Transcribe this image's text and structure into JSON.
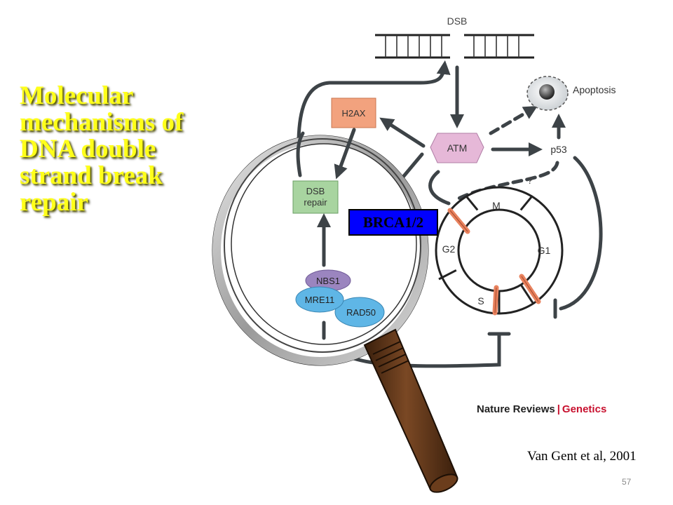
{
  "slide": {
    "title_lines": [
      "Molecular",
      "mechanisms of",
      "DNA double",
      "strand break",
      "repair"
    ],
    "citation": "Van Gent et al, 2001",
    "page_number": "57"
  },
  "diagram": {
    "dsb": "DSB",
    "h2ax": "H2AX",
    "atm": "ATM",
    "p53": "p53",
    "apoptosis": "Apoptosis",
    "question": "?",
    "dsb_repair_1": "DSB",
    "dsb_repair_2": "repair",
    "nbs1": "NBS1",
    "mre11": "MRE11",
    "rad50": "RAD50",
    "brca": "BRCA1/2",
    "cell_cycle": {
      "m": "M",
      "g1": "G1",
      "g2": "G2",
      "s": "S"
    }
  },
  "source_credit": {
    "journal": "Nature Reviews",
    "separator": "|",
    "section": "Genetics"
  },
  "colors": {
    "title": "#ffff1a",
    "brca_box": "#0000ff",
    "h2ax_box": "#f2a27e",
    "atm_box": "#e6b8d8",
    "repair_box": "#a8d4a0",
    "nbs1": "#9b85bf",
    "mre11_rad50": "#5fb6e6",
    "arrows": "#3d4347",
    "checkpoints": "#e8825e",
    "magnifier_handle": "#5a3216",
    "credit_accent": "#c8102e"
  }
}
